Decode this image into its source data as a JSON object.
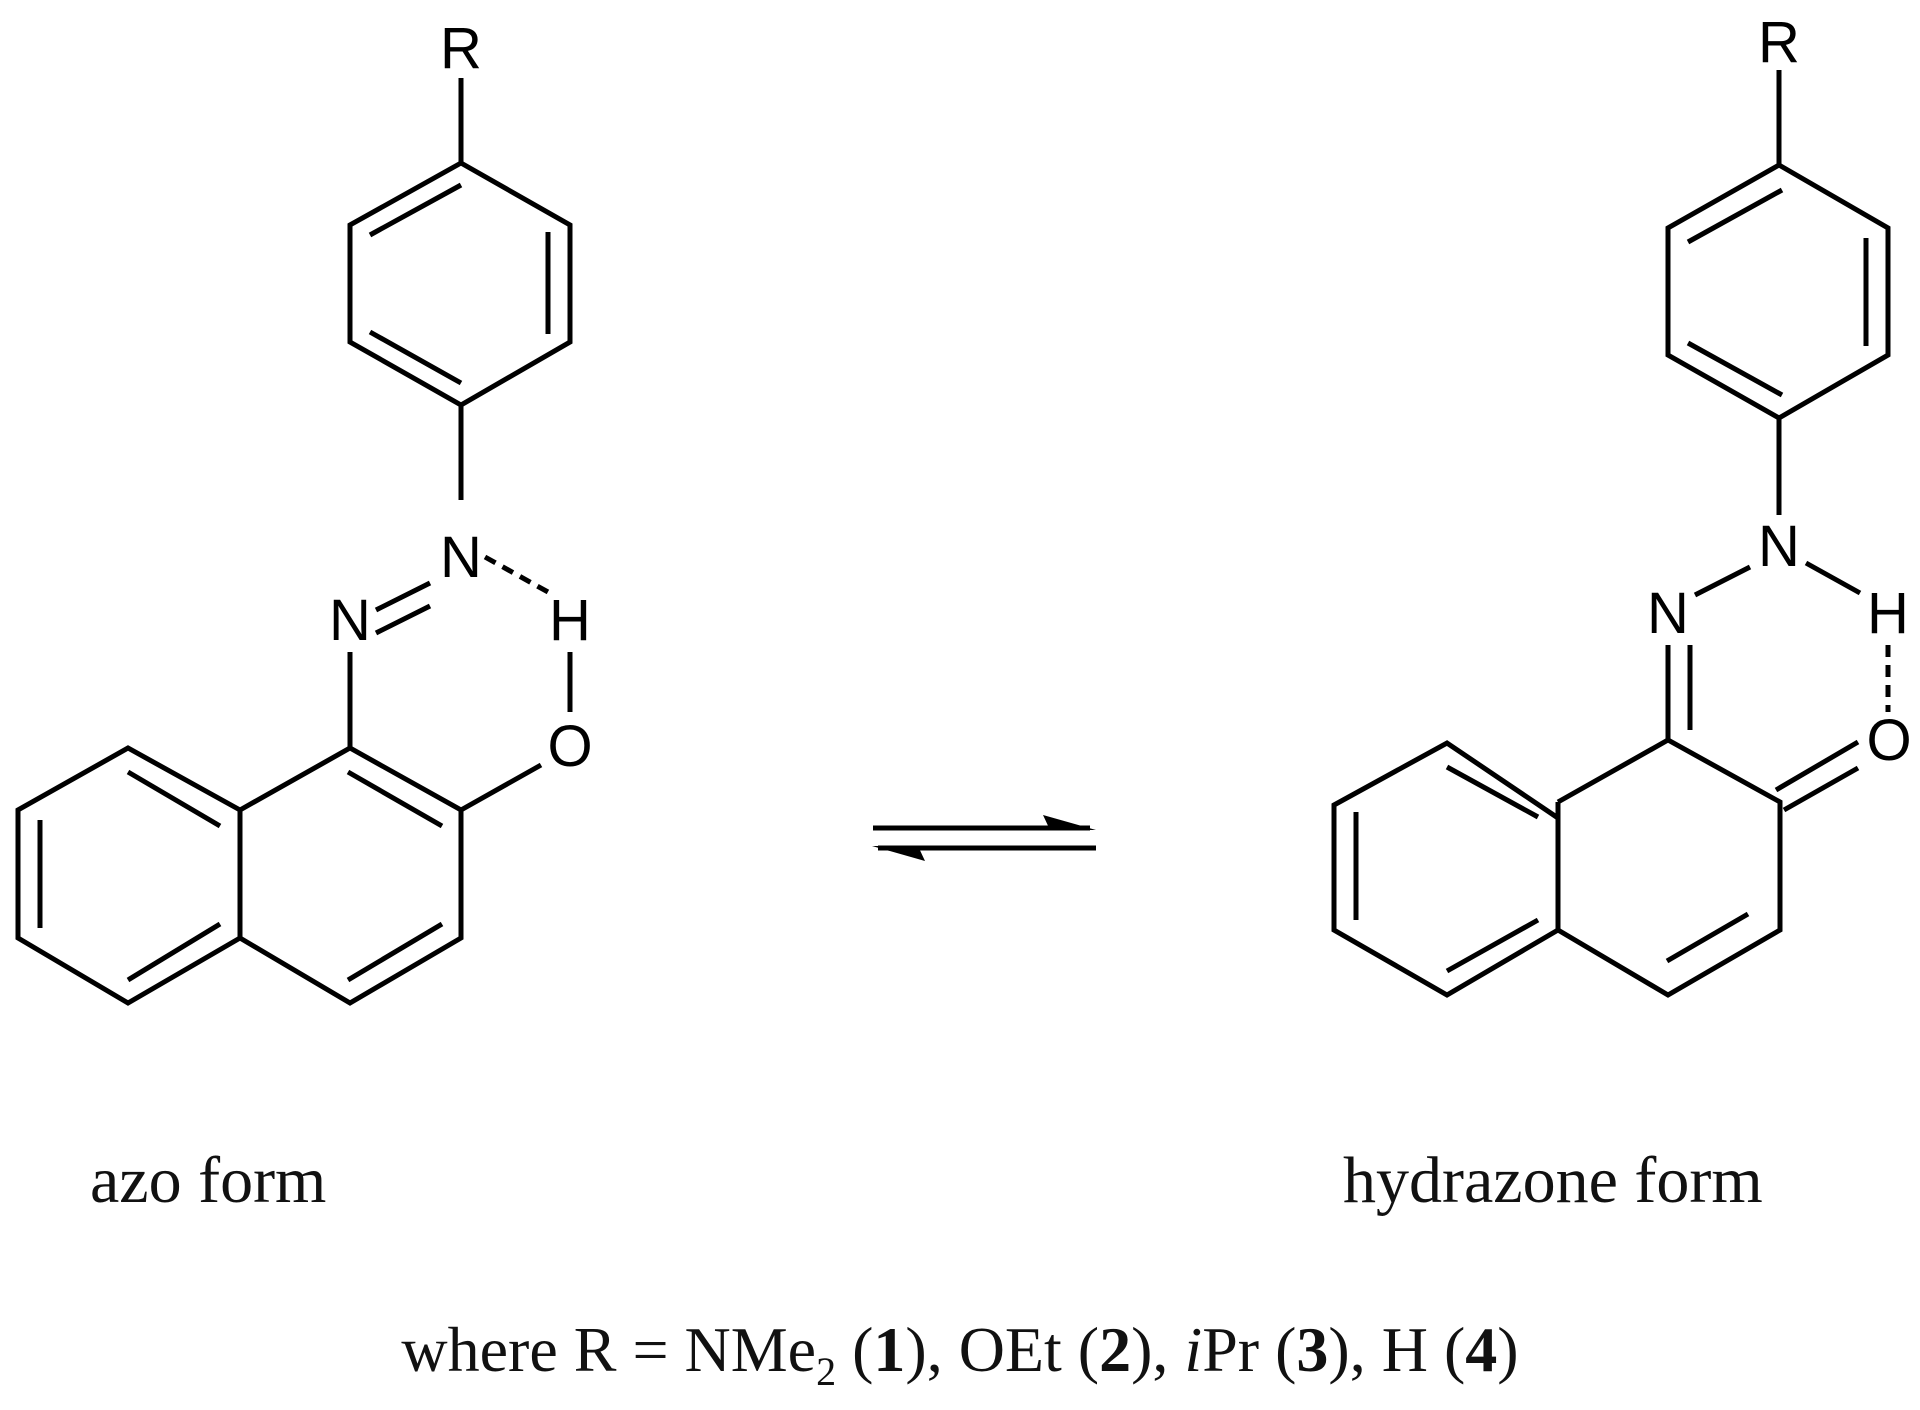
{
  "figure": {
    "type": "chemical-scheme",
    "description": "Azo-hydrazone tautomeric equilibrium of 1-(4-R-phenylazo)-2-naphthol"
  },
  "left_structure": {
    "label": "azo form",
    "atoms": {
      "substituent": "R",
      "n_upper": "N",
      "n_lower": "N",
      "hydrogen": "H",
      "oxygen": "O"
    }
  },
  "right_structure": {
    "label": "hydrazone form",
    "atoms": {
      "substituent": "R",
      "n_upper": "N",
      "n_lower": "N",
      "hydrogen": "H",
      "oxygen": "O"
    }
  },
  "equilibrium": {
    "symbol": "equilibrium-arrows"
  },
  "caption": {
    "prefix": "where R = ",
    "items": [
      {
        "group": "NMe",
        "subscript": "2",
        "italic_prefix": "",
        "number": "1"
      },
      {
        "group": "OEt",
        "subscript": "",
        "italic_prefix": "",
        "number": "2"
      },
      {
        "group": "Pr",
        "subscript": "",
        "italic_prefix": "i",
        "number": "3"
      },
      {
        "group": "H",
        "subscript": "",
        "italic_prefix": "",
        "number": "4"
      }
    ],
    "separator": ", "
  }
}
